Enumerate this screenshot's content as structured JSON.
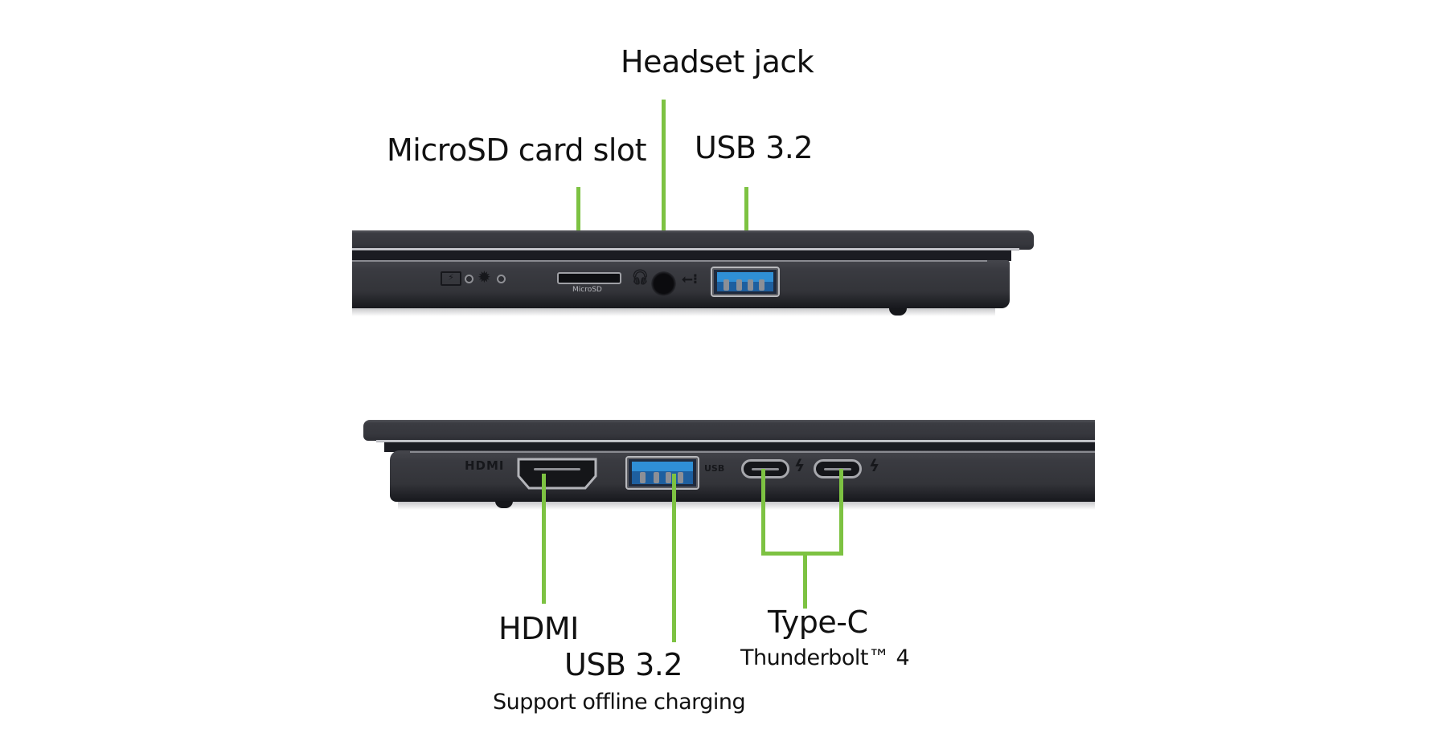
{
  "colors": {
    "callout_line": "#7dc242",
    "text": "#111111",
    "laptop_body": "#36373d",
    "usb_port_blue": "#2f8fd6"
  },
  "top_view": {
    "labels": {
      "headset": "Headset jack",
      "microsd": "MicroSD card slot",
      "usb": "USB 3.2"
    },
    "port_markings": {
      "microsd_caption": "MicroSD"
    },
    "icons": [
      "battery-charging-icon",
      "status-led",
      "power-light-icon",
      "status-led",
      "microsd-slot",
      "headset-icon",
      "audio-jack",
      "usb-icon",
      "usb-a-port"
    ]
  },
  "bottom_view": {
    "labels": {
      "hdmi": "HDMI",
      "usb": "USB 3.2",
      "usb_note": "Support offline charging",
      "typec": "Type-C",
      "typec_note": "Thunderbolt™ 4"
    },
    "port_markings": {
      "hdmi_caption": "HDMI",
      "usb_charge_caption": "USB"
    },
    "icons": [
      "hdmi-port",
      "usb-a-port",
      "usb-charging-icon",
      "usb-c-port",
      "thunderbolt-icon",
      "usb-c-port",
      "thunderbolt-icon"
    ]
  }
}
